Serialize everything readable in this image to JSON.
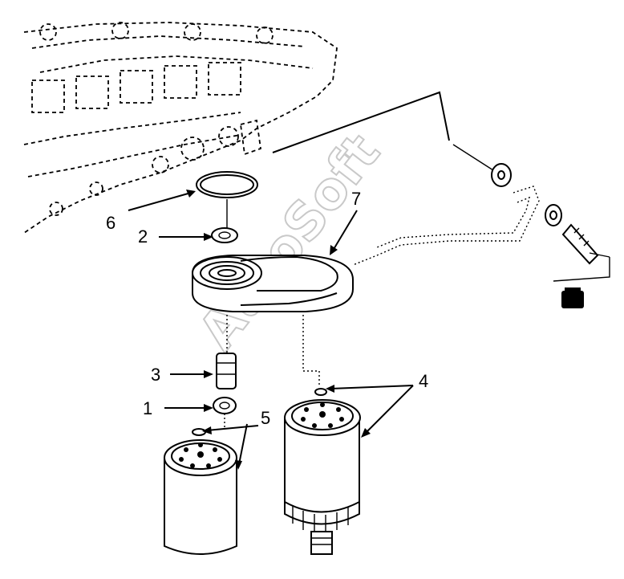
{
  "watermark": "AutoSoft",
  "callouts": {
    "c1": "1",
    "c2": "2",
    "c3": "3",
    "c4": "4",
    "c5": "5",
    "c6": "6",
    "c7": "7"
  },
  "colors": {
    "ink": "#000000",
    "paper": "#ffffff",
    "watermark": "#c9c9c9"
  }
}
